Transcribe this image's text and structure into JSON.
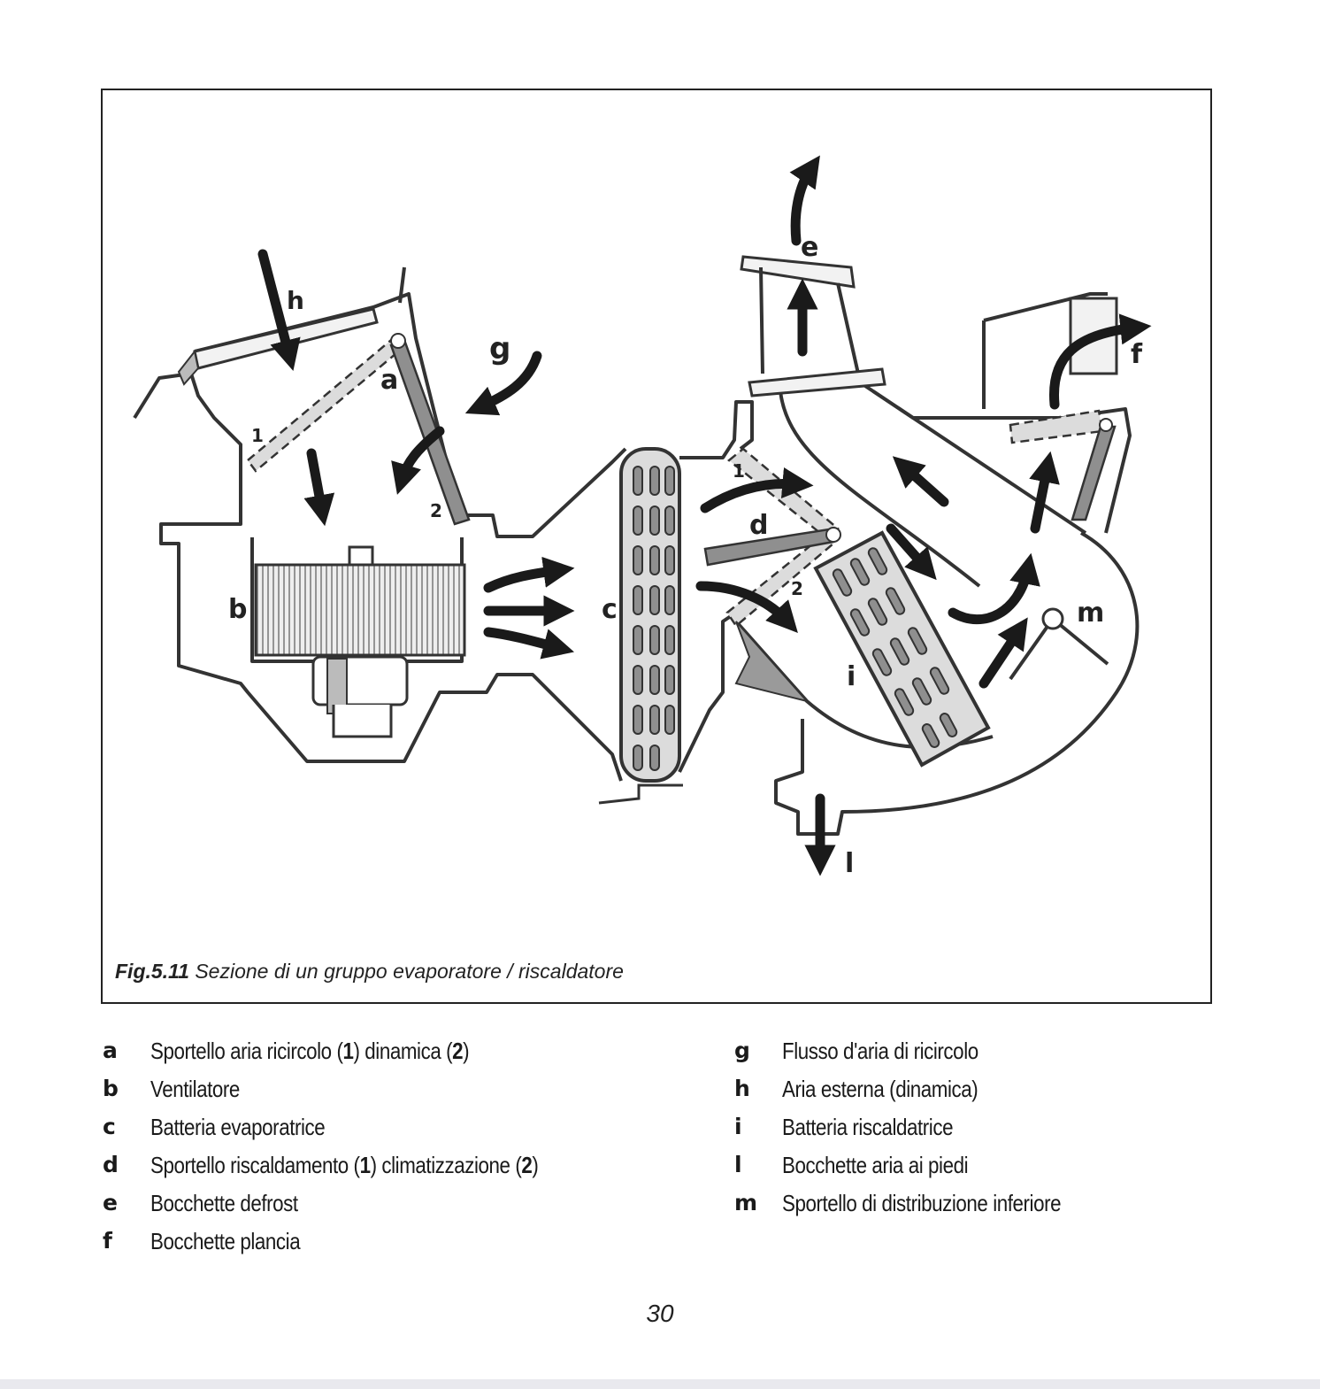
{
  "figure": {
    "number": "Fig.5.11",
    "caption": "Sezione di un gruppo evaporatore / riscaldatore",
    "labels": {
      "a": "a",
      "b": "b",
      "c": "c",
      "d": "d",
      "e": "e",
      "f": "f",
      "g": "g",
      "h": "h",
      "i": "i",
      "l": "l",
      "m": "m",
      "one": "1",
      "two": "2"
    }
  },
  "legend": {
    "left": [
      {
        "key": "a",
        "text_parts": [
          "Sportello aria  ricircolo (",
          "1",
          ") dinamica (",
          "2",
          ")"
        ]
      },
      {
        "key": "b",
        "text_parts": [
          "Ventilatore"
        ]
      },
      {
        "key": "c",
        "text_parts": [
          "Batteria evaporatrice"
        ]
      },
      {
        "key": "d",
        "text_parts": [
          "Sportello riscaldamento (",
          "1",
          ") climatizzazione (",
          "2",
          ")"
        ]
      },
      {
        "key": "e",
        "text_parts": [
          "Bocchette defrost"
        ]
      },
      {
        "key": "f",
        "text_parts": [
          "Bocchette plancia"
        ]
      }
    ],
    "right": [
      {
        "key": "g",
        "text_parts": [
          "Flusso d'aria di ricircolo"
        ]
      },
      {
        "key": "h",
        "text_parts": [
          "Aria esterna (dinamica)"
        ]
      },
      {
        "key": "i",
        "text_parts": [
          "Batteria riscaldatrice"
        ]
      },
      {
        "key": "l",
        "text_parts": [
          "Bocchette aria ai piedi"
        ]
      },
      {
        "key": "m",
        "text_parts": [
          "Sportello di distribuzione inferiore"
        ]
      }
    ]
  },
  "page_number": "30",
  "colors": {
    "line": "#333333",
    "fill_gray": "#8f8f8f",
    "fill_light": "#dcdcdc",
    "panel": "#f2f2f2"
  }
}
